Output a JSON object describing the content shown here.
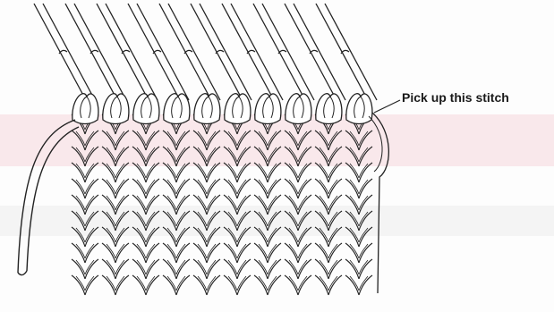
{
  "callout": {
    "label": "Pick up this stitch"
  },
  "knitting": {
    "needle_loops": 10,
    "knit_columns": 10,
    "knit_rows": 11,
    "yarn_color": "#222222",
    "bleed_band_color": "#f2c6cd"
  }
}
